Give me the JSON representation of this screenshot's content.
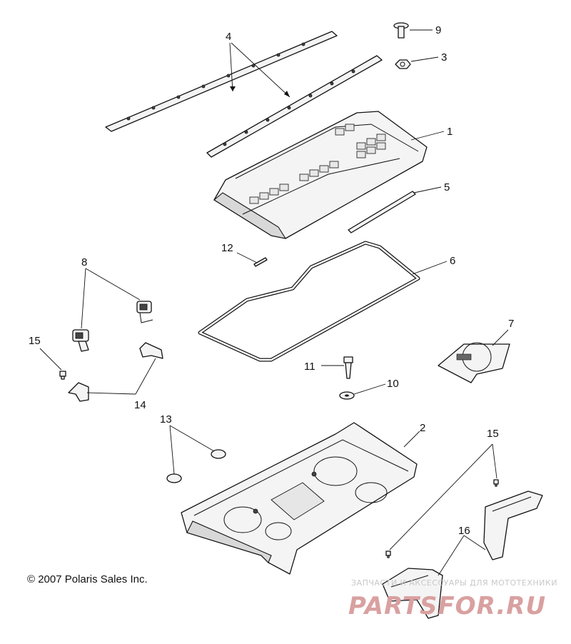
{
  "copyright": "© 2007 Polaris Sales Inc.",
  "watermark": {
    "line1": "ЗАПЧАСТИ И АКСЕССУАРЫ ДЛЯ МОТОТЕХНИКИ",
    "line2": "PARTSFOR.RU"
  },
  "callouts": {
    "n1": "1",
    "n2": "2",
    "n3": "3",
    "n4": "4",
    "n5": "5",
    "n6": "6",
    "n7": "7",
    "n8": "8",
    "n9": "9",
    "n10": "10",
    "n11": "11",
    "n12": "12",
    "n13": "13",
    "n14": "14",
    "n15a": "15",
    "n15b": "15",
    "n16": "16"
  }
}
